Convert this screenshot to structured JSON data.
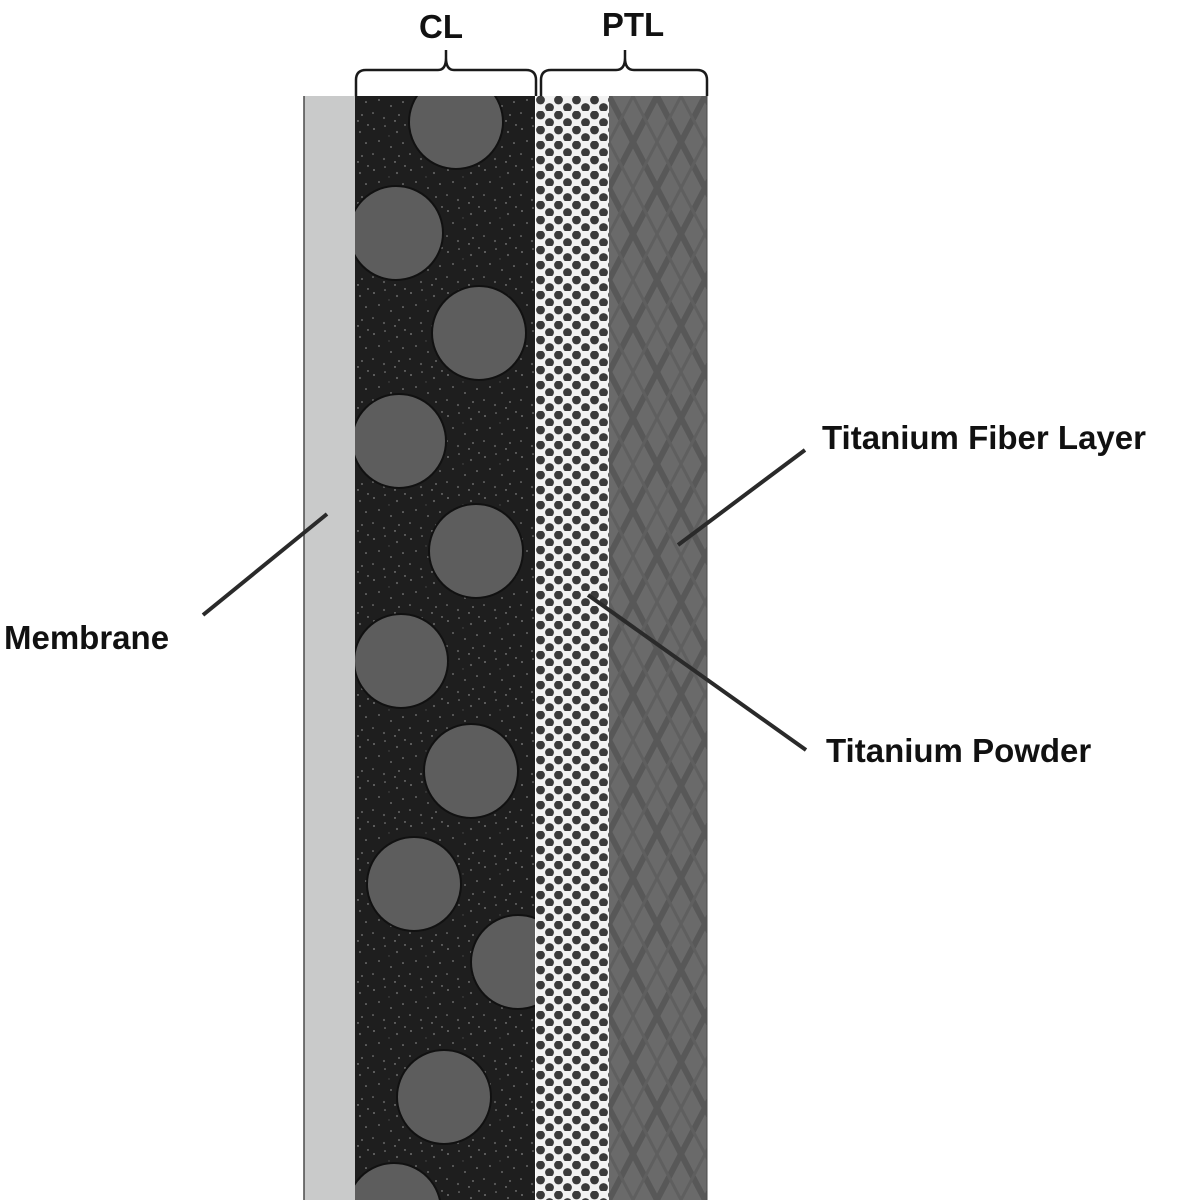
{
  "labels": {
    "cl": "CL",
    "ptl": "PTL",
    "membrane": "Membrane",
    "titanium_fiber_layer": "Titanium Fiber Layer",
    "titanium_powder": "Titanium Powder"
  },
  "colors": {
    "membrane": "#c9caca",
    "catalyst_layer": "#1e1e1e",
    "catalyst_particle": "#5d5d5d",
    "powder_background": "#f2f2f2",
    "powder_dot": "#3a3a3a",
    "fiber_layer": "#6a6a6a",
    "fiber_strand": "#5a5a5a",
    "leader_line": "#2a2a2a"
  }
}
